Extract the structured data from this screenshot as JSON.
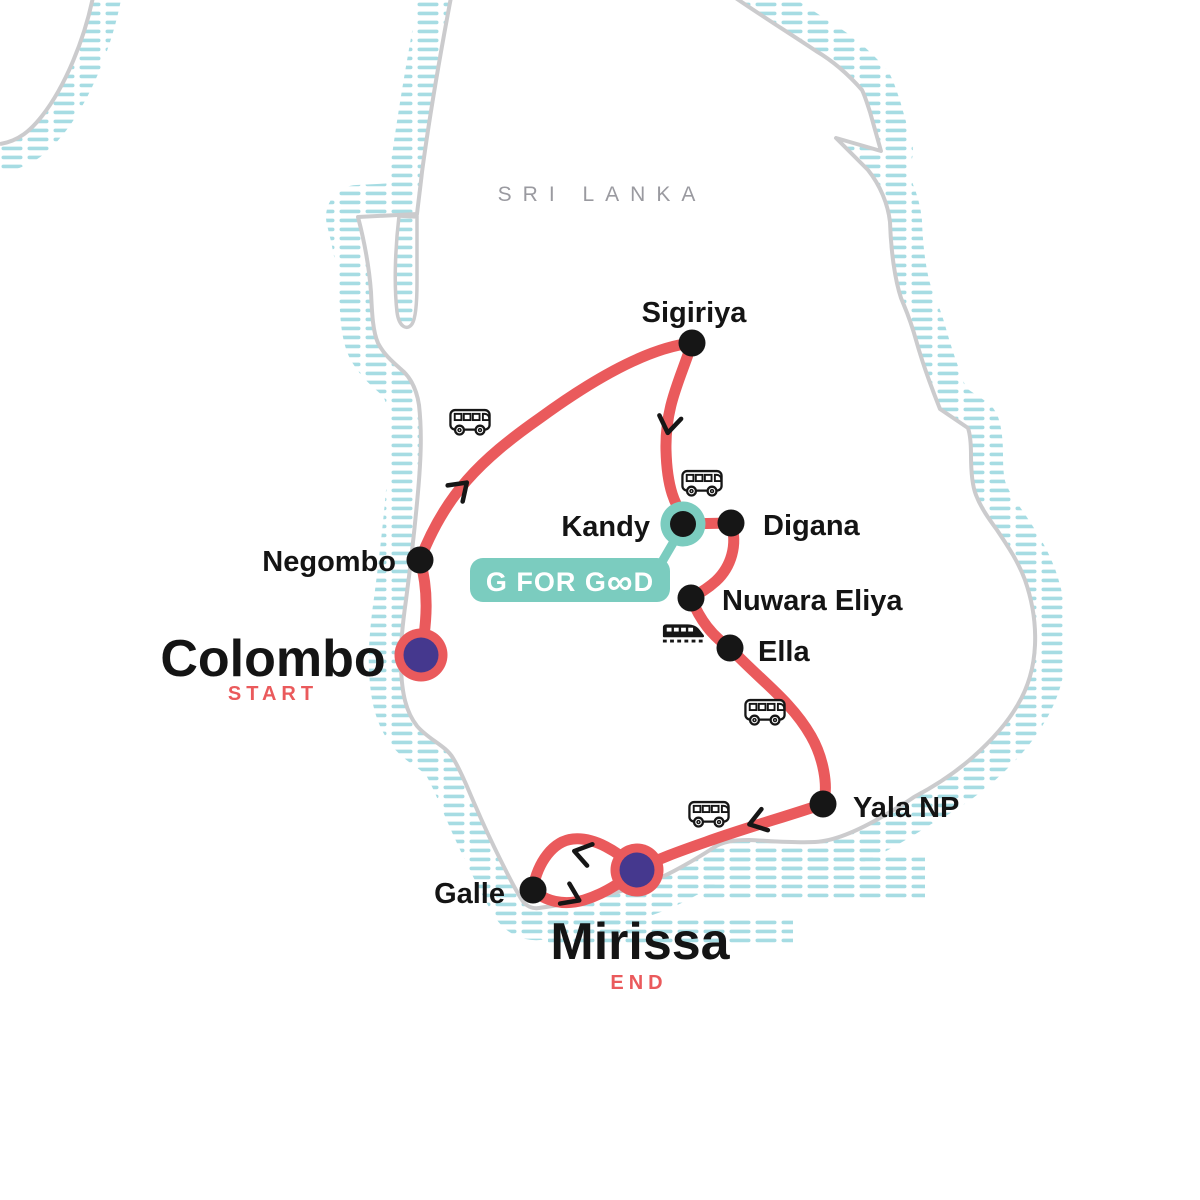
{
  "map": {
    "title": "Sri Lanka tour route map",
    "country_label": "SRI LANKA",
    "start": {
      "city": "Colombo",
      "tag": "START"
    },
    "end": {
      "city": "Mirissa",
      "tag": "END"
    },
    "stops": {
      "negombo": "Negombo",
      "sigiriya": "Sigiriya",
      "kandy": "Kandy",
      "digana": "Digana",
      "nuwara_eliya": "Nuwara Eliya",
      "ella": "Ella",
      "yala": "Yala NP",
      "galle": "Galle"
    },
    "badge": {
      "full_label": "G FOR GOOD",
      "prefix": "G FOR G",
      "infinity": "∞",
      "suffix": "D"
    },
    "route_order": [
      "Colombo",
      "Negombo",
      "Sigiriya",
      "Kandy",
      "Digana",
      "Nuwara Eliya",
      "Ella",
      "Yala NP",
      "Mirissa",
      "Galle",
      "Mirissa"
    ],
    "transport_icons": [
      "bus",
      "bus",
      "bus",
      "bus",
      "train"
    ],
    "colors": {
      "route": "#ea5a5c",
      "teal": "#7bccbf",
      "purple": "#45388e",
      "coast": "#cbcbcd",
      "water_hatch": "#a6dce3",
      "label": "#141414",
      "country_text": "#9a9aa0"
    }
  }
}
